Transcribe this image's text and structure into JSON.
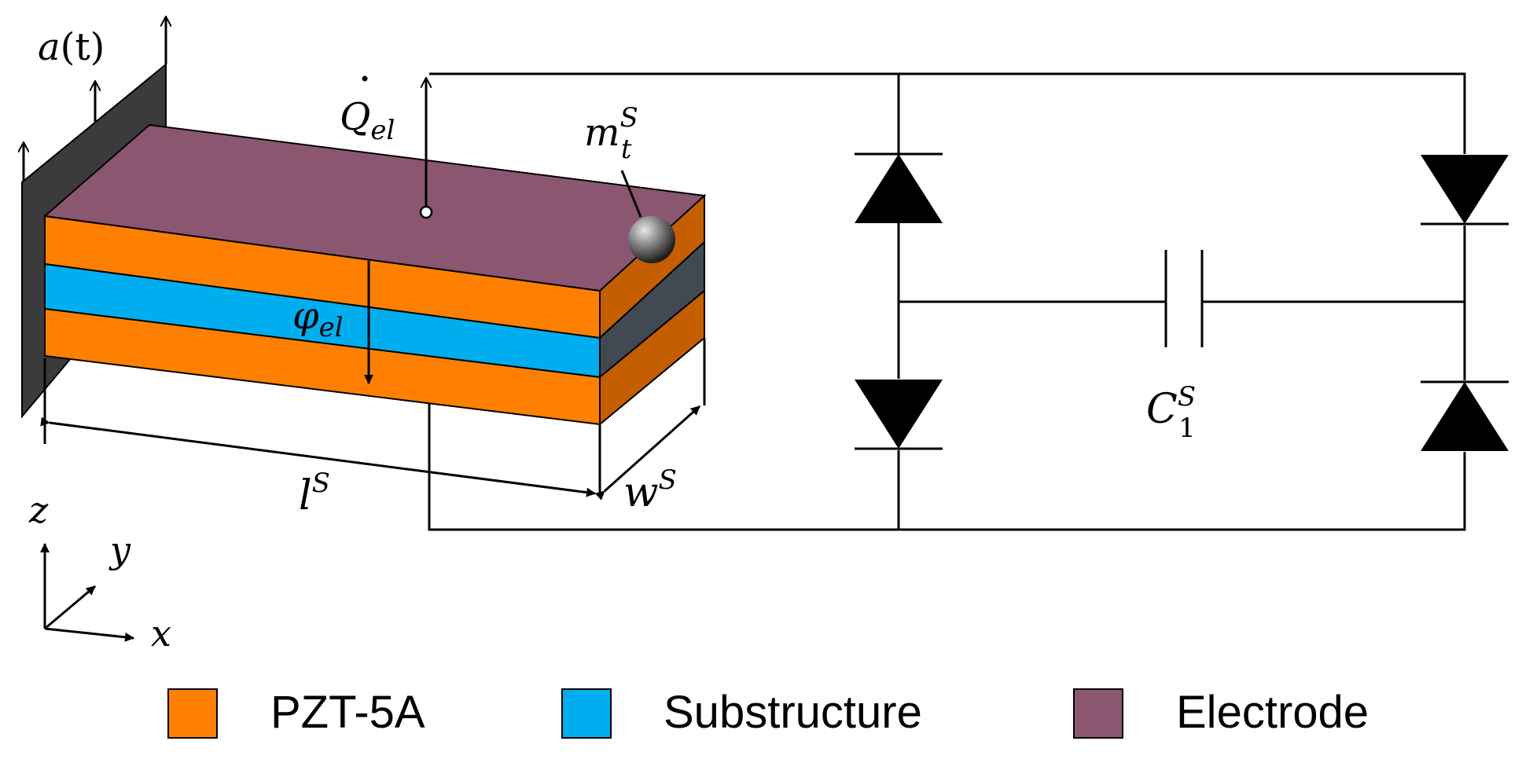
{
  "colors": {
    "pzt": "#FF8000",
    "pzt_side": "#C45E00",
    "substructure": "#00AEEF",
    "substructure_side": "#414A52",
    "electrode": "#8B5670",
    "clamp": "#3B3B3B",
    "wire": "#000000"
  },
  "labels": {
    "acceleration_a": "a",
    "acceleration_arg": "(t)",
    "charge_flow_Q": "Q",
    "charge_flow_sub": "el",
    "tip_mass_m": "m",
    "tip_mass_sub": "t",
    "tip_mass_sup": "S",
    "voltage_phi": "φ",
    "voltage_sub": "el",
    "length_l": "l",
    "length_sup": "S",
    "width_w": "w",
    "width_sup": "S",
    "capacitor_C": "C",
    "capacitor_sub": "1",
    "capacitor_sup": "S"
  },
  "axes": {
    "z": "z",
    "y": "y",
    "x": "x"
  },
  "legend": [
    {
      "label": "PZT-5A",
      "color": "#FF8000"
    },
    {
      "label": "Substructure",
      "color": "#00AEEF"
    },
    {
      "label": "Electrode",
      "color": "#8B5670"
    }
  ]
}
